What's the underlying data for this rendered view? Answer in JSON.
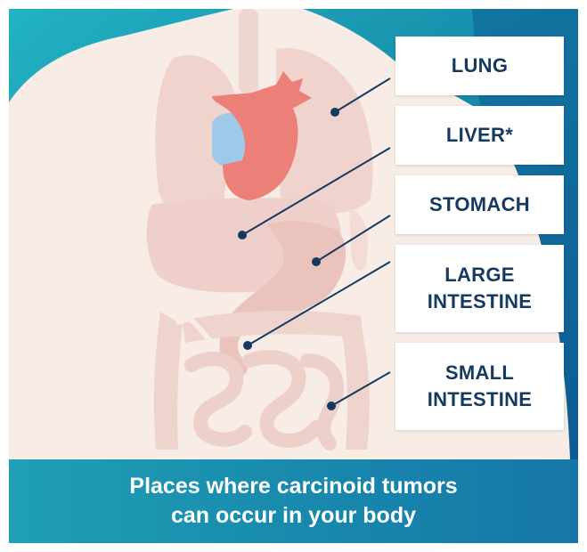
{
  "labels": {
    "lung": "LUNG",
    "liver": "LIVER*",
    "stomach": "STOMACH",
    "large_intestine": "LARGE\nINTESTINE",
    "small_intestine": "SMALL\nINTESTINE"
  },
  "caption": "Places where carcinoid tumors\ncan occur in your body",
  "colors": {
    "background_teal": "#1aa6b7",
    "background_blue": "#0f5e96",
    "body_skin": "#f8ece6",
    "organ_pink": "#efcfc9",
    "heart_red": "#ec7f77",
    "heart_blue": "#9fc9e8",
    "label_text": "#163a5f",
    "leader_line": "#163a5f"
  }
}
